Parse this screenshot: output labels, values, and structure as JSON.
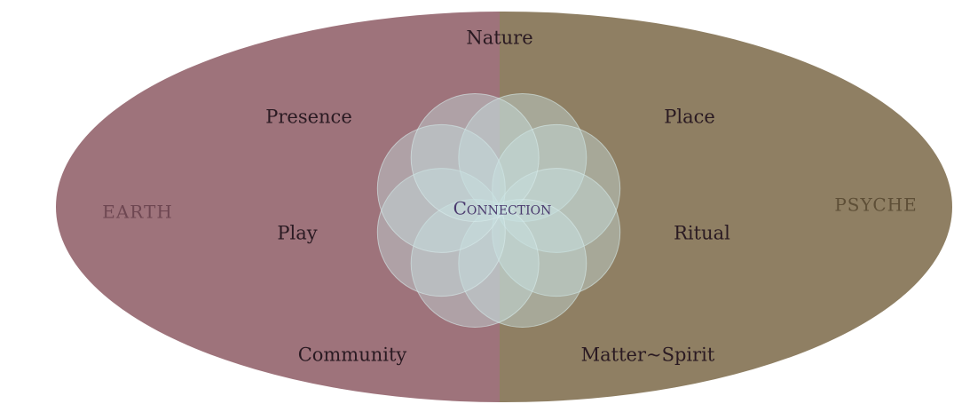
{
  "colors": {
    "earth_fill": "#9e737b",
    "psyche_fill": "#8f7f63",
    "earth_text": "#6e4752",
    "psyche_text": "#5e4f37",
    "center_text": "#4a3a6e"
  },
  "labels": {
    "top": "Nature",
    "left_side": "EARTH",
    "right_side": "PSYCHE",
    "center": "Connection",
    "left_items": [
      "Presence",
      "Play",
      "Community"
    ],
    "right_items": [
      "Place",
      "Ritual",
      "Matter~Spirit"
    ]
  }
}
